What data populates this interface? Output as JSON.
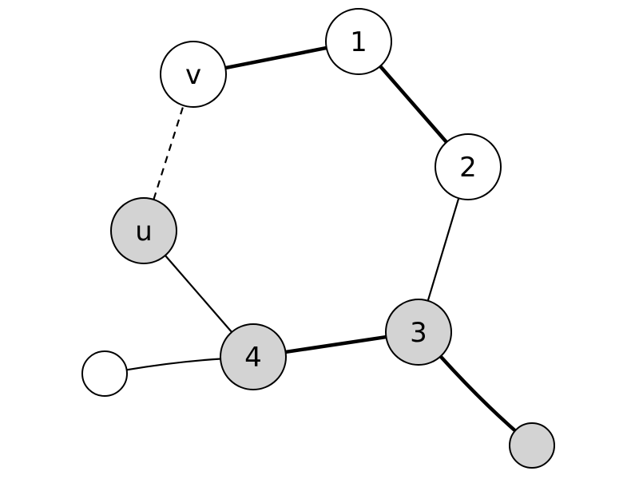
{
  "colors": {
    "background": "#ffffff",
    "stroke": "#000000",
    "node_white": "#ffffff",
    "node_gray": "#d3d3d3"
  },
  "nodes": [
    {
      "id": "v",
      "label": "v",
      "fill": "white"
    },
    {
      "id": "1",
      "label": "1",
      "fill": "white"
    },
    {
      "id": "2",
      "label": "2",
      "fill": "white"
    },
    {
      "id": "u",
      "label": "u",
      "fill": "gray"
    },
    {
      "id": "3",
      "label": "3",
      "fill": "gray"
    },
    {
      "id": "4",
      "label": "4",
      "fill": "gray"
    },
    {
      "id": "leaf-left",
      "label": "",
      "fill": "white"
    },
    {
      "id": "leaf-right",
      "label": "",
      "fill": "gray"
    }
  ],
  "edges": [
    {
      "from": "v",
      "to": "1",
      "style": "bold"
    },
    {
      "from": "1",
      "to": "2",
      "style": "bold"
    },
    {
      "from": "2",
      "to": "3",
      "style": "thin"
    },
    {
      "from": "3",
      "to": "4",
      "style": "bold"
    },
    {
      "from": "4",
      "to": "u",
      "style": "thin"
    },
    {
      "from": "u",
      "to": "v",
      "style": "dashed"
    },
    {
      "from": "4",
      "to": "leaf-left",
      "style": "thin-curved"
    },
    {
      "from": "3",
      "to": "leaf-right",
      "style": "bold-curved"
    }
  ]
}
